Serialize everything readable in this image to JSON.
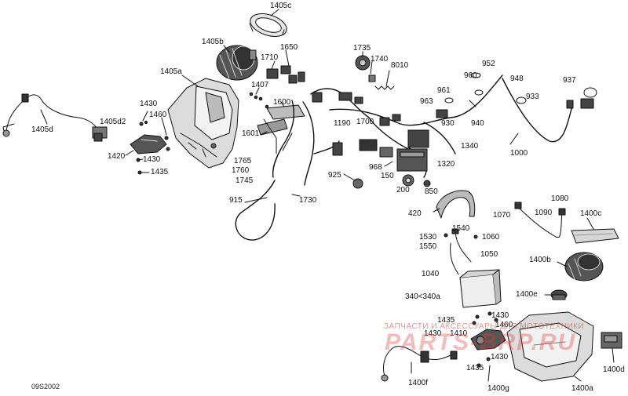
{
  "diagram": {
    "document_code": "09S2002",
    "labels": {
      "l1405c": "1405c",
      "l1405b": "1405b",
      "l1405a": "1405a",
      "l1650": "1650",
      "l1710": "1710",
      "l1407": "1407",
      "l1600": "1600",
      "l1430a": "1430",
      "l1460a": "1460",
      "l1405d": "1405d",
      "l1405d2": "1405d2",
      "l1420": "1420",
      "l1430b": "1430",
      "l1435a": "1435",
      "l1601": "1601",
      "l1765": "1765",
      "l1760": "1760",
      "l1745": "1745",
      "l915": "915",
      "l1730": "1730",
      "l1735": "1735",
      "l1740": "1740",
      "l8010": "8010",
      "l961": "961",
      "l963": "963",
      "l1190": "1190",
      "l1700": "1700",
      "l930": "930",
      "l960": "960",
      "l952": "952",
      "l948": "948",
      "l937": "937",
      "l933": "933",
      "l940": "940",
      "l1000": "1000",
      "l1340": "1340",
      "l1320": "1320",
      "l968": "968",
      "l925": "925",
      "l150": "150",
      "l200": "200",
      "l850": "850",
      "l420": "420",
      "l1080": "1080",
      "l1070": "1070",
      "l1090": "1090",
      "l1400c": "1400c",
      "l1540": "1540",
      "l1530": "1530",
      "l1550": "1550",
      "l1060": "1060",
      "l1050": "1050",
      "l1040": "1040",
      "l1400b": "1400b",
      "l340": "340<340a",
      "l1400e": "1400e",
      "l1430c": "1430",
      "l1435b": "1435",
      "l1460b": "1460",
      "l1430d": "1430",
      "l1410": "1410",
      "l1430e": "1430",
      "l1435c": "1435",
      "l1400f": "1400f",
      "l1400g": "1400g",
      "l1400a": "1400a",
      "l1400d": "1400d"
    },
    "watermark": {
      "line": "ЗАПЧАСТИ И АКСЕССУАРЫ ДЛЯ МОТОТЕХНИКИ",
      "brand": "PARTS-BRP.RU"
    }
  }
}
